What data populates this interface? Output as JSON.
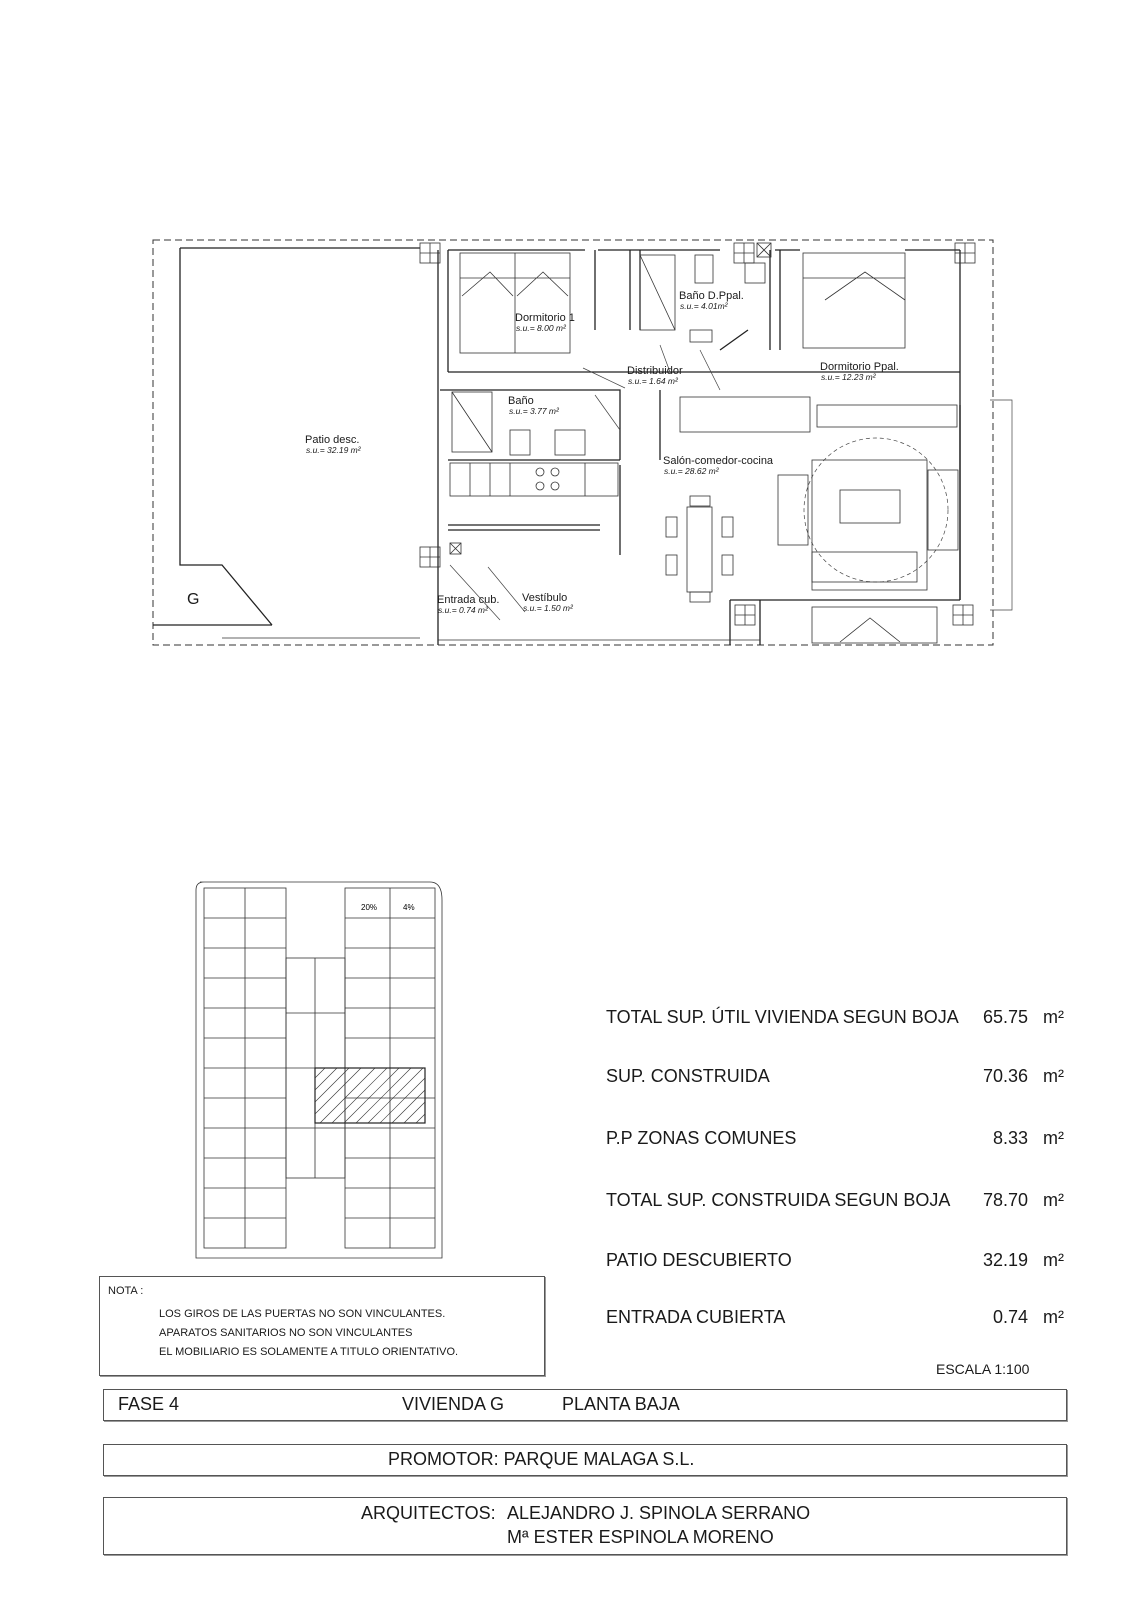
{
  "plan": {
    "rooms": [
      {
        "name": "Dormitorio 1",
        "area": "s.u.= 8.00 m²"
      },
      {
        "name": "Baño D.Ppal.",
        "area": "s.u.= 4.01m²"
      },
      {
        "name": "Dormitorio Ppal.",
        "area": "s.u.= 12.23 m²"
      },
      {
        "name": "Distribuidor",
        "area": "s.u.= 1.64 m²"
      },
      {
        "name": "Baño",
        "area": "s.u.= 3.77 m²"
      },
      {
        "name": "Patio desc.",
        "area": "s.u.= 32.19 m²"
      },
      {
        "name": "Salón-comedor-cocina",
        "area": "s.u.= 28.62 m²"
      },
      {
        "name": "Entrada cub.",
        "area": "s.u.= 0.74 m²"
      },
      {
        "name": "Vestíbulo",
        "area": "s.u.= 1.50 m²"
      }
    ],
    "unit_letter": "G"
  },
  "keyplan": {
    "ramp_labels": [
      "20%",
      "4%"
    ]
  },
  "summary": [
    {
      "label": "TOTAL SUP. ÚTIL VIVIENDA SEGUN BOJA",
      "value": "65.75",
      "unit": "m²"
    },
    {
      "label": "SUP. CONSTRUIDA",
      "value": "70.36",
      "unit": "m²"
    },
    {
      "label": "P.P ZONAS COMUNES",
      "value": "8.33",
      "unit": "m²"
    },
    {
      "label": "TOTAL SUP. CONSTRUIDA SEGUN BOJA",
      "value": "78.70",
      "unit": "m²"
    },
    {
      "label": "PATIO DESCUBIERTO",
      "value": "32.19",
      "unit": "m²"
    },
    {
      "label": "ENTRADA CUBIERTA",
      "value": "0.74",
      "unit": "m²"
    }
  ],
  "nota": {
    "title": "NOTA :",
    "lines": [
      "LOS GIROS DE LAS PUERTAS NO SON VINCULANTES.",
      "APARATOS SANITARIOS NO SON VINCULANTES",
      "EL MOBILIARIO ES SOLAMENTE A TITULO ORIENTATIVO."
    ]
  },
  "escala": "ESCALA 1:100",
  "titleblock": {
    "fase": "FASE 4",
    "vivienda": "VIVIENDA G",
    "planta": "PLANTA BAJA",
    "promotor": "PROMOTOR: PARQUE MALAGA S.L.",
    "arquitectos_label": "ARQUITECTOS:",
    "arquitecto_1": "ALEJANDRO J. SPINOLA SERRANO",
    "arquitecto_2": "Mª ESTER ESPINOLA MORENO"
  }
}
